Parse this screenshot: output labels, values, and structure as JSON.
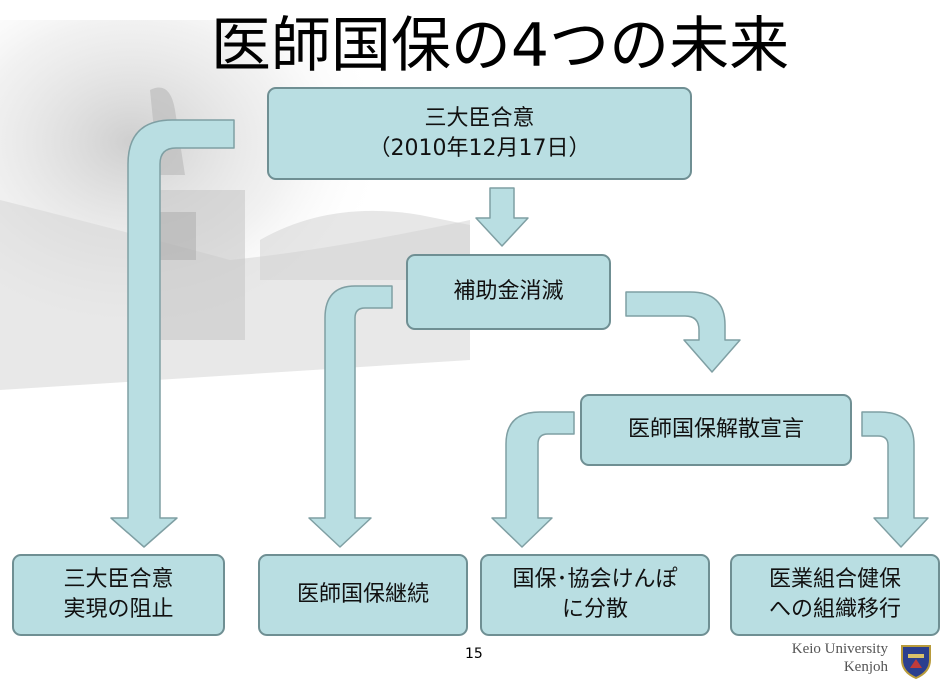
{
  "title": "医師国保の4つの未来",
  "nodes": {
    "agreement": {
      "line1": "三大臣合意",
      "line2": "（2010年12月17日）"
    },
    "subsidy_end": {
      "label": "補助金消滅"
    },
    "dissolution": {
      "label": "医師国保解散宣言"
    },
    "block_agreement": {
      "line1": "三大臣合意",
      "line2": "実現の阻止"
    },
    "continue": {
      "label": "医師国保継続"
    },
    "disperse": {
      "line1": "国保･協会けんぽ",
      "line2": "に分散"
    },
    "transfer": {
      "line1": "医業組合健保",
      "line2": "への組織移行"
    }
  },
  "footer": {
    "page_number": "15",
    "credit_line1": "Keio University",
    "credit_line2": "Kenjoh"
  },
  "colors": {
    "box_fill": "#b9dee2",
    "box_border": "#6f8f93",
    "arrow_fill": "#b9dee2",
    "arrow_stroke": "#7f9fa3"
  }
}
